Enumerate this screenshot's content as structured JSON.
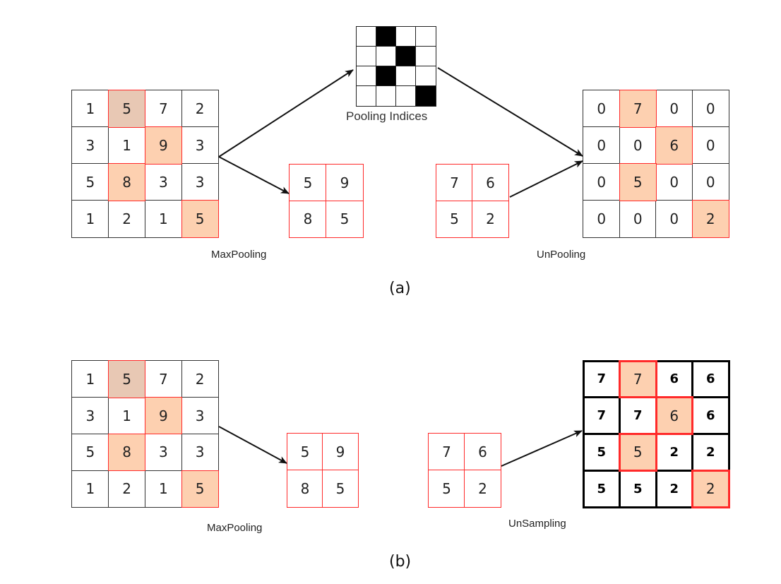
{
  "colors": {
    "highlight": "#fdd0b0",
    "highlight_first": "#e8c8b4",
    "pool_border": "#ff2a2a",
    "grid_border": "#333333"
  },
  "part_a": {
    "input": {
      "values": [
        [
          1,
          5,
          7,
          2
        ],
        [
          3,
          1,
          9,
          3
        ],
        [
          5,
          8,
          3,
          3
        ],
        [
          1,
          2,
          1,
          5
        ]
      ],
      "highlight": [
        [
          0,
          1
        ],
        [
          1,
          2
        ],
        [
          2,
          1
        ],
        [
          3,
          3
        ]
      ]
    },
    "pooling_indices": {
      "label": "Pooling Indices",
      "active": [
        [
          0,
          1
        ],
        [
          1,
          2
        ],
        [
          2,
          1
        ],
        [
          3,
          3
        ]
      ]
    },
    "pooled": {
      "values": [
        [
          5,
          9
        ],
        [
          8,
          5
        ]
      ]
    },
    "maxpool_label": "MaxPooling",
    "to_unpool": {
      "values": [
        [
          7,
          6
        ],
        [
          5,
          2
        ]
      ]
    },
    "unpooled": {
      "values": [
        [
          0,
          7,
          0,
          0
        ],
        [
          0,
          0,
          6,
          0
        ],
        [
          0,
          5,
          0,
          0
        ],
        [
          0,
          0,
          0,
          2
        ]
      ],
      "highlight": [
        [
          0,
          1
        ],
        [
          1,
          2
        ],
        [
          2,
          1
        ],
        [
          3,
          3
        ]
      ]
    },
    "unpool_label": "UnPooling",
    "caption": "(a)"
  },
  "part_b": {
    "input": {
      "values": [
        [
          1,
          5,
          7,
          2
        ],
        [
          3,
          1,
          9,
          3
        ],
        [
          5,
          8,
          3,
          3
        ],
        [
          1,
          2,
          1,
          5
        ]
      ],
      "highlight": [
        [
          0,
          1
        ],
        [
          1,
          2
        ],
        [
          2,
          1
        ],
        [
          3,
          3
        ]
      ]
    },
    "pooled": {
      "values": [
        [
          5,
          9
        ],
        [
          8,
          5
        ]
      ]
    },
    "maxpool_label": "MaxPooling",
    "to_unsample": {
      "values": [
        [
          7,
          6
        ],
        [
          5,
          2
        ]
      ]
    },
    "unsampled": {
      "values": [
        [
          7,
          7,
          6,
          6
        ],
        [
          7,
          7,
          6,
          6
        ],
        [
          5,
          5,
          2,
          2
        ],
        [
          5,
          5,
          2,
          2
        ]
      ],
      "highlight": [
        [
          0,
          1
        ],
        [
          1,
          2
        ],
        [
          2,
          1
        ],
        [
          3,
          3
        ]
      ]
    },
    "unsample_label": "UnSampling",
    "caption": "(b)"
  }
}
